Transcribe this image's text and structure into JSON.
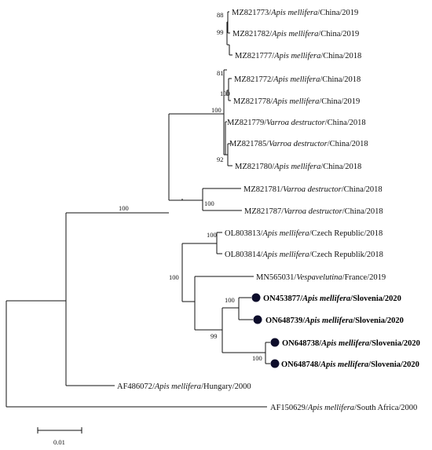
{
  "taxa": [
    {
      "acc": "MZ821773",
      "host": "Apis mellifera",
      "place": "China/2019"
    },
    {
      "acc": "MZ821782",
      "host": "Apis mellifera",
      "place": "China/2019"
    },
    {
      "acc": "MZ821777",
      "host": "Apis mellifera",
      "place": "China/2018"
    },
    {
      "acc": "MZ821772",
      "host": "Apis mellifera",
      "place": "China/2018"
    },
    {
      "acc": "MZ821778",
      "host": "Apis mellifera",
      "place": "China/2019"
    },
    {
      "acc": "MZ821779",
      "host": "Varroa destructor",
      "place": "China/2018"
    },
    {
      "acc": "MZ821785",
      "host": "Varroa destructor",
      "place": "China/2018"
    },
    {
      "acc": "MZ821780",
      "host": "Apis mellifera",
      "place": "China/2018"
    },
    {
      "acc": "MZ821781",
      "host": "Varroa destructor",
      "place": "China/2018"
    },
    {
      "acc": "MZ821787",
      "host": "Varroa destructor",
      "place": "China/2018"
    },
    {
      "acc": "OL803813",
      "host": "Apis mellifera",
      "place": "Czech Republic/2018"
    },
    {
      "acc": "OL803814",
      "host": "Apis mellifera",
      "place": "Czech Republik/2018"
    },
    {
      "acc": "MN565031",
      "host": "Vespavelutina",
      "place": "France/2019"
    },
    {
      "acc": "ON453877",
      "host": "Apis mellifera",
      "place": "Slovenia/2020",
      "highlight": true
    },
    {
      "acc": "ON648739",
      "host": "Apis mellifera",
      "place": "Slovenia/2020",
      "highlight": true
    },
    {
      "acc": "ON648738",
      "host": "Apis mellifera",
      "place": "Slovenia/2020",
      "highlight": true
    },
    {
      "acc": "ON648748",
      "host": "Apis mellifera",
      "place": "Slovenia/2020",
      "highlight": true
    },
    {
      "acc": "AF486072",
      "host": "Apis mellifera",
      "place": "Hungary/2000"
    },
    {
      "acc": "AF150629",
      "host": "Apis mellifera",
      "place": "South Africa/2000"
    }
  ],
  "bootstrap": [
    "88",
    "99",
    "81",
    "100",
    "100",
    "92",
    "100",
    "100",
    "100",
    "100",
    "100",
    "99",
    "100"
  ],
  "scale_bar": {
    "label": "0.01",
    "value": 0.01
  },
  "colors": {
    "branch": "#111111",
    "highlight_marker": "#0d0d2b"
  }
}
